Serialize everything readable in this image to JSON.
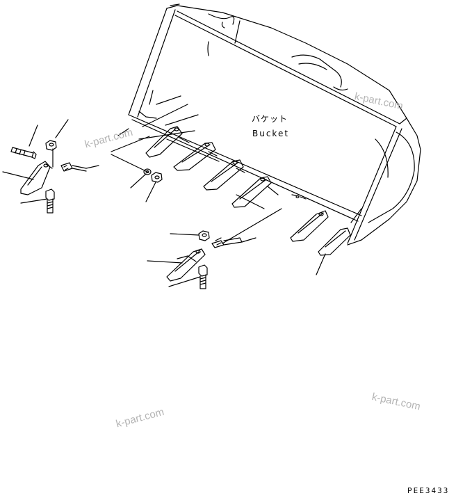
{
  "labels": {
    "bucket_jp": "バケット",
    "bucket_en": "Bucket",
    "figure_code": "PEE3433"
  },
  "watermarks": [
    "k-part.com",
    "k-part.com",
    "k-part.com",
    "k-part.com"
  ],
  "colors": {
    "line": "#000000",
    "watermark": "#b4b4b4",
    "background": "#ffffff"
  },
  "icons": [
    "tooth-adapter-icon",
    "bolt-icon",
    "nut-icon",
    "washer-icon",
    "pin-icon",
    "bucket-tooth-icon"
  ]
}
